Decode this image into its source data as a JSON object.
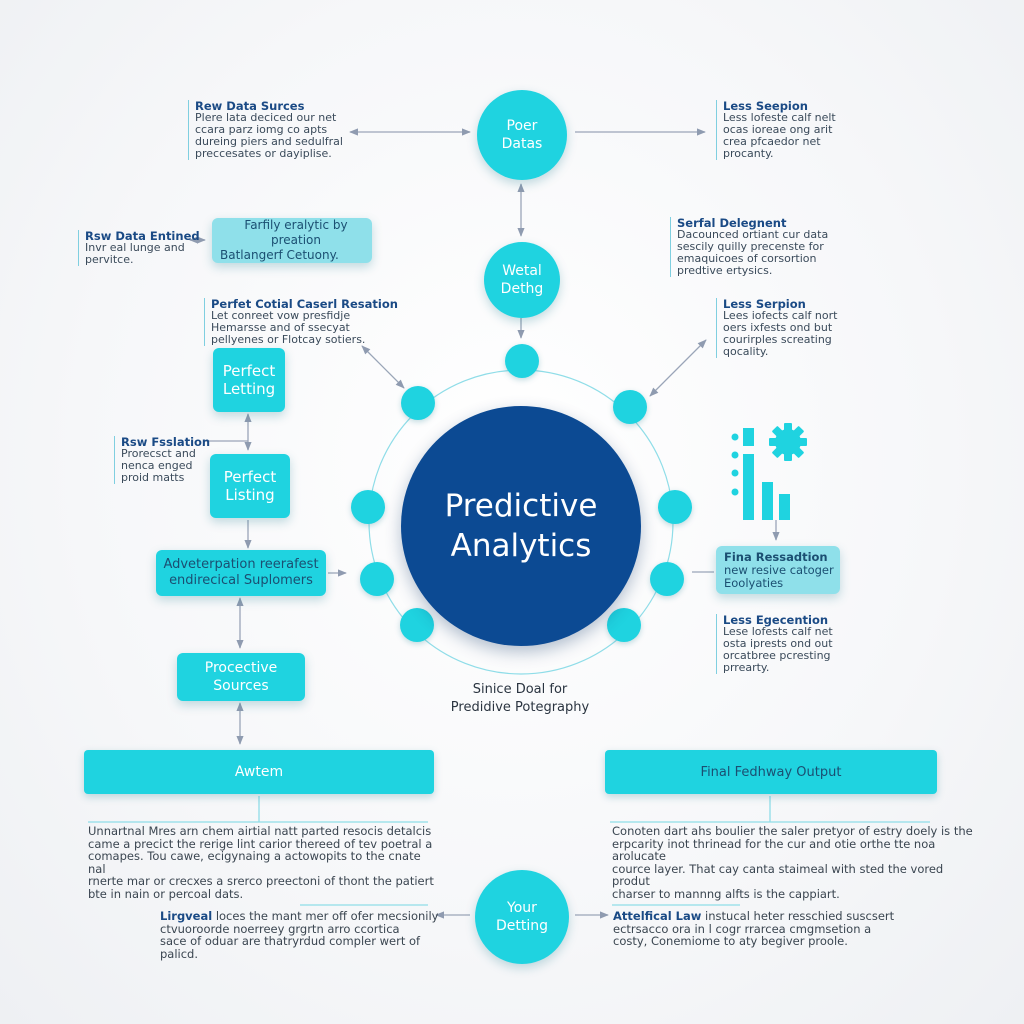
{
  "diagram": {
    "center": {
      "line1": "Predictive",
      "line2": "Analytics"
    },
    "caption": {
      "line1": "Sinice Doal for",
      "line2": "Predidive Potegraphy"
    },
    "top_nodes": [
      {
        "line1": "Poer",
        "line2": "Datas"
      },
      {
        "line1": "Wetal",
        "line2": "Dethg"
      }
    ],
    "bottom_node": {
      "line1": "Your",
      "line2": "Detting"
    },
    "left_boxes": [
      {
        "line1": "Perfect",
        "line2": "Letting"
      },
      {
        "line1": "Perfect",
        "line2": "Listing"
      },
      {
        "line1": "Adveterpation reerafest",
        "line2": "endirecical Suplomers"
      },
      {
        "line1": "Procective",
        "line2": "Sources"
      }
    ],
    "pale_boxes": [
      {
        "line1": "Farfily eralytic by preation",
        "line2": "Batlangerf Cetuony."
      },
      {
        "title": "Fina Ressadtion",
        "line1": "new resive catoger",
        "line2": "Eoolyaties"
      }
    ],
    "wide_boxes": [
      {
        "label": "Awtem"
      },
      {
        "label": "Final Fedhway Output"
      }
    ],
    "callouts": [
      {
        "title": "Rew Data Surces",
        "lines": [
          "Plere lata deciced our net",
          "ccara  parz iomg co apts",
          "dureing piers and sedulfral",
          "preccesates or dayiplise."
        ]
      },
      {
        "title": "Less Seepion",
        "lines": [
          "Less lofeste calf nelt",
          "ocas ioreae ong arit",
          "crea pfcaedor net",
          "procanty."
        ]
      },
      {
        "title": "Rsw Data Entined",
        "lines": [
          "Invr eal lunge and",
          "pervitce."
        ]
      },
      {
        "title": "Serfal Delegnent",
        "lines": [
          "Dacounced ortiant cur data",
          "sescily quilly precenste for",
          "emaquicoes of corsortion",
          "predtive ertysics."
        ]
      },
      {
        "title": "Perfet Cotial Caserl Resation",
        "lines": [
          "Let conreet vow presfidje",
          "Hemarsse and of ssecyat",
          "pellyenes or Flotcay sotiers."
        ]
      },
      {
        "title": "Less Serpion",
        "lines": [
          "Lees iofects calf nort",
          "oers ixfests ond but",
          "courirples screating",
          "qocality."
        ]
      },
      {
        "title": "Rsw Fsslation",
        "lines": [
          "Prorecsct and",
          "nenca enged",
          "proid matts"
        ]
      },
      {
        "title": "Less Egecention",
        "lines": [
          "Lese lofests calf net",
          "osta iprests ond out",
          "orcatbree pcresting",
          "prrearty."
        ]
      }
    ],
    "paragraphs": [
      {
        "title": "",
        "lines": [
          "Unnartnal Mres arn chem airtial natt parted resocis detalcis",
          "came a precict the rerige lint carior thereed of tev poetral a",
          "comapes. Tou cawe, ecigynaing a actowopits to the cnate nal",
          "rnerte mar or crecxes a srerco preectoni of thont the patiert",
          "bte in nain or percoal dats."
        ]
      },
      {
        "title": "",
        "lines": [
          "Conoten dart ahs boulier the saler pretyor of estry doely is the",
          "erpcarity inot thrinead for the cur and otie orthe tte noa arolucate",
          "cource layer. That cay canta staimeal with sted the vored produt",
          "charser to mannng alfts is the cappiart."
        ]
      },
      {
        "title": "Lirgveal",
        "lead": " loces the mant mer off ofer mecsionily",
        "lines": [
          "ctvuoroorde noerreey grgrtn  arro ccortica",
          "sace of oduar are thatryrdud compler wert of",
          "palicd."
        ]
      },
      {
        "title": "Attelfical Law",
        "lead": " instucal heter resschied suscsert",
        "lines": [
          "ectrsacco ora in l cogr rrarcea cmgmsetion a",
          "costy, Conemiome to aty begiver proole."
        ]
      }
    ],
    "icon_cluster": {
      "icon": "bar-chart-gear-icon"
    }
  }
}
